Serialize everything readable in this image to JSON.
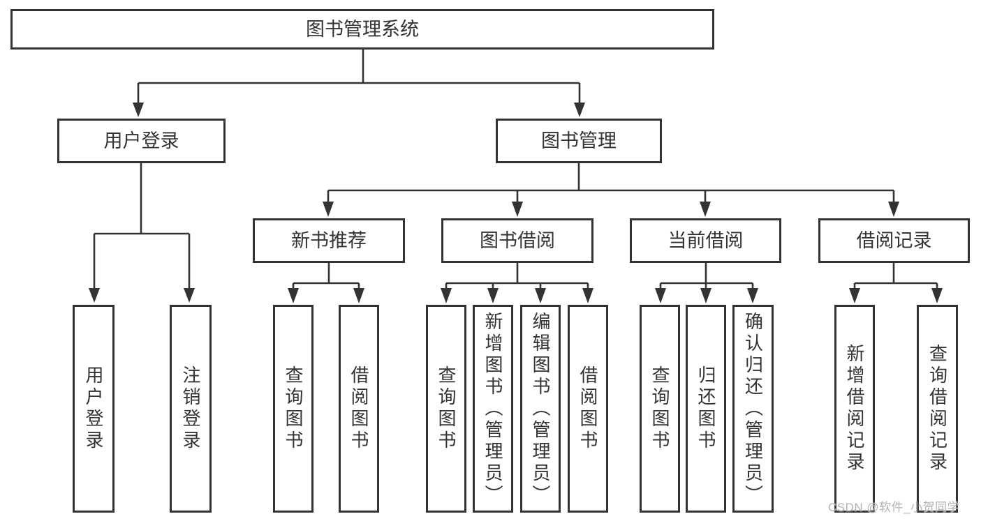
{
  "tree": {
    "root": "图书管理系统",
    "level2": [
      {
        "label": "用户登录",
        "leaves": [
          "用户登录",
          "注销登录"
        ]
      },
      {
        "label": "图书管理",
        "level3": [
          {
            "label": "新书推荐",
            "leaves": [
              "查询图书",
              "借阅图书"
            ]
          },
          {
            "label": "图书借阅",
            "leaves": [
              "查询图书",
              "新增图书（管理员）",
              "编辑图书（管理员）",
              "借阅图书"
            ]
          },
          {
            "label": "当前借阅",
            "leaves": [
              "查询图书",
              "归还图书",
              "确认归还（管理员）"
            ]
          },
          {
            "label": "借阅记录",
            "leaves": [
              "新增借阅记录",
              "查询借阅记录"
            ]
          }
        ]
      }
    ]
  },
  "watermark": "CSDN @软件_小贺同学",
  "colors": {
    "line": "#333333",
    "text": "#333333",
    "background": "#ffffff",
    "watermark": "#b3b3b3"
  }
}
